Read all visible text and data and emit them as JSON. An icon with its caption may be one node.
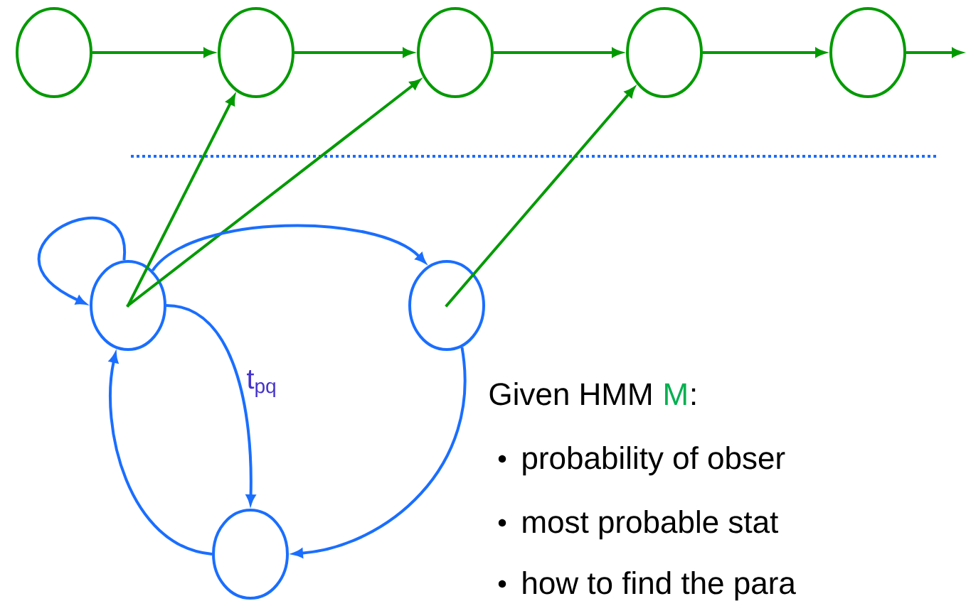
{
  "diagram": {
    "nodes": [
      {
        "text": [],
        "shape": "circle"
      },
      {
        "text": [],
        "shape": "circle"
      },
      {
        "text": [],
        "shape": "circle"
      },
      {
        "text": [],
        "shape": "circle"
      },
      {
        "text": [],
        "shape": "circle"
      },
      {
        "text": [],
        "shape": "circle"
      },
      {
        "text": [],
        "shape": "circle"
      },
      {
        "text": [],
        "shape": "circle"
      }
    ],
    "edges": [
      {
        "from": 0,
        "to": 1,
        "arrow": "to"
      },
      {
        "from": 1,
        "to": 2,
        "arrow": "to"
      },
      {
        "from": 2,
        "to": 3,
        "arrow": "to"
      },
      {
        "from": 3,
        "to": 4,
        "arrow": "to"
      },
      {
        "from": 4,
        "to": null,
        "arrow": "to"
      },
      {
        "from": 5,
        "to": 1,
        "arrow": "to"
      },
      {
        "from": 5,
        "to": 2,
        "arrow": "to"
      },
      {
        "from": 6,
        "to": 3,
        "arrow": "to"
      },
      {
        "from": 5,
        "to": 5,
        "arrow": "to",
        "color": "#1a6eff"
      },
      {
        "from": 5,
        "to": 6,
        "arrow": "to",
        "color": "#1a6eff"
      },
      {
        "from": 5,
        "to": 7,
        "arrow": "to",
        "color": "#1a6eff",
        "label": "t$_{pq}$"
      },
      {
        "from": 7,
        "to": 5,
        "arrow": "to",
        "color": "#1a6eff"
      },
      {
        "from": 6,
        "to": 7,
        "arrow": "to",
        "color": "#1a6eff"
      }
    ],
    "labels": [
      "Given HMM",
      "M",
      ":",
      "probability of obser",
      "most probable stat",
      "how to find the para"
    ]
  }
}
